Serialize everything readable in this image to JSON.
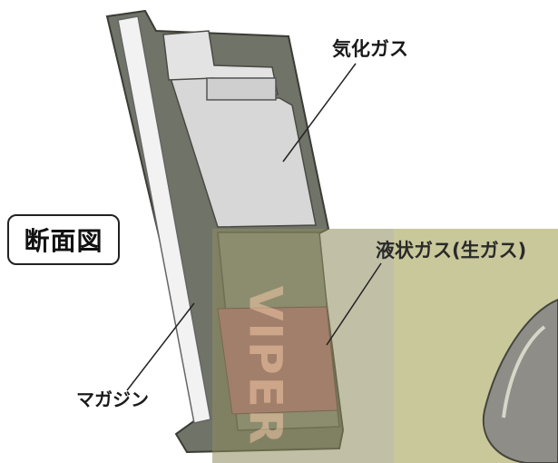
{
  "labels": {
    "vaporized_gas": "気化ガス",
    "liquid_gas": "液状ガス(生ガス)",
    "magazine": "マガジン",
    "cross_section": "断面図"
  },
  "watermark": {
    "text": "VIPER"
  },
  "colors": {
    "magazine_body": "#6f7368",
    "gas_chamber_light": "#d7d7d7",
    "liquid_gas": "#b96f7a",
    "overlay_left": "#8e8c5f",
    "overlay_right": "#c9c89b"
  }
}
